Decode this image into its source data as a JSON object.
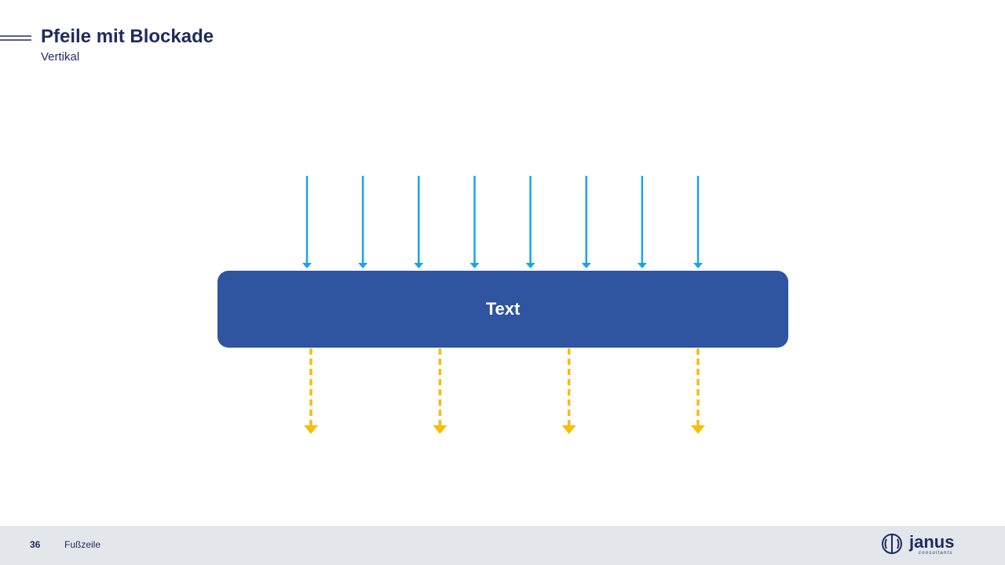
{
  "header": {
    "title": "Pfeile mit Blockade",
    "subtitle": "Vertikal"
  },
  "diagram": {
    "block_label": "Text",
    "incoming_arrow_count": 8,
    "outgoing_arrow_count": 4,
    "colors": {
      "block": "#2f54a0",
      "incoming": "#1aa3e8",
      "outgoing": "#f8bc0a"
    }
  },
  "footer": {
    "page_number": "36",
    "text": "Fußzeile"
  },
  "logo": {
    "wordmark": "janus",
    "tagline": "consultants"
  },
  "colors": {
    "primary": "#1f2a5c",
    "footer_background": "#e3e7ec"
  }
}
